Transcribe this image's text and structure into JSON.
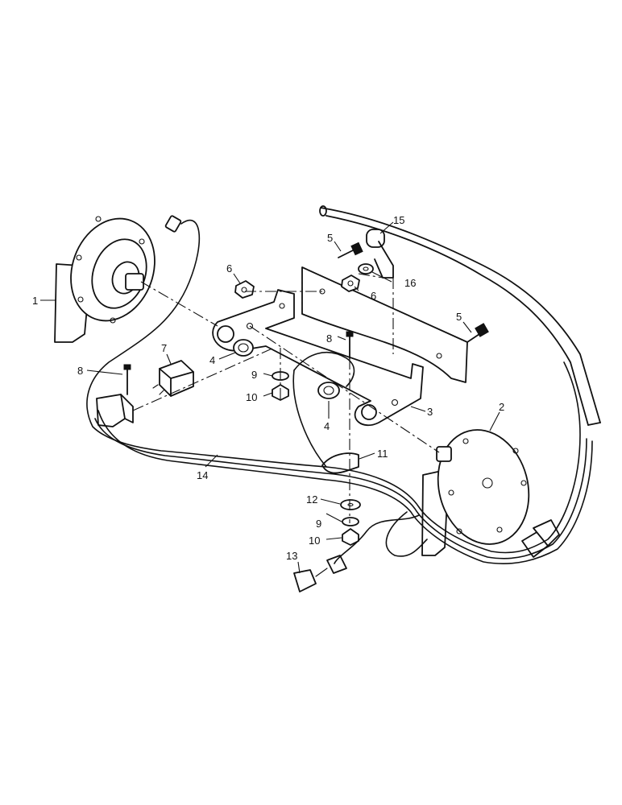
{
  "callouts": [
    {
      "id": "c1",
      "text": "1"
    },
    {
      "id": "c2",
      "text": "2"
    },
    {
      "id": "c3",
      "text": "3"
    },
    {
      "id": "c4a",
      "text": "4"
    },
    {
      "id": "c4b",
      "text": "4"
    },
    {
      "id": "c5a",
      "text": "5"
    },
    {
      "id": "c5b",
      "text": "5"
    },
    {
      "id": "c6a",
      "text": "6"
    },
    {
      "id": "c6b",
      "text": "6"
    },
    {
      "id": "c7",
      "text": "7"
    },
    {
      "id": "c8a",
      "text": "8"
    },
    {
      "id": "c8b",
      "text": "8"
    },
    {
      "id": "c9a",
      "text": "9"
    },
    {
      "id": "c9b",
      "text": "9"
    },
    {
      "id": "c10a",
      "text": "10"
    },
    {
      "id": "c10b",
      "text": "10"
    },
    {
      "id": "c11",
      "text": "11"
    },
    {
      "id": "c12",
      "text": "12"
    },
    {
      "id": "c13",
      "text": "13"
    },
    {
      "id": "c14",
      "text": "14"
    },
    {
      "id": "c15",
      "text": "15"
    },
    {
      "id": "c16",
      "text": "16"
    }
  ],
  "colors": {
    "ink": "#111111",
    "paper": "#ffffff"
  }
}
